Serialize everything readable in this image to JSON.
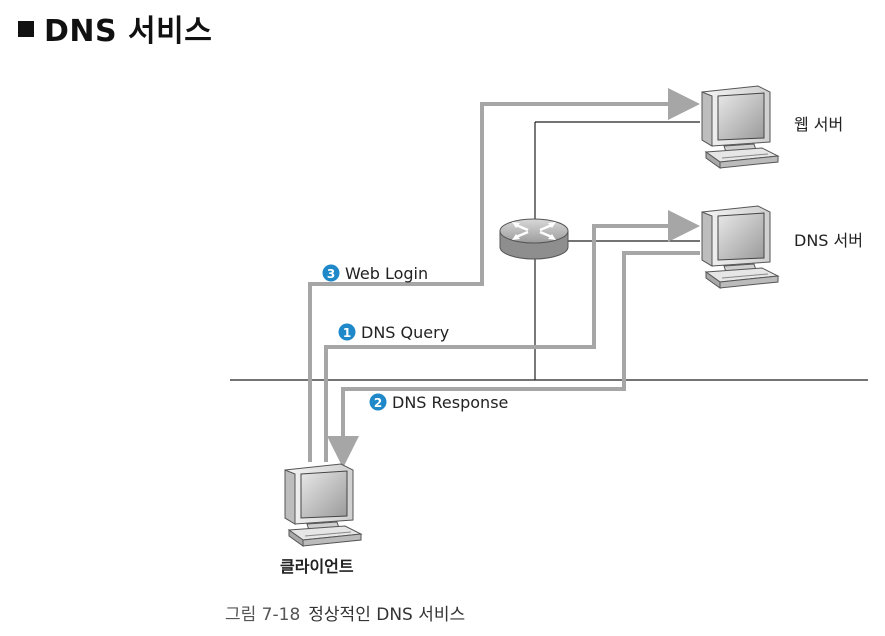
{
  "title": "DNS 서비스",
  "nodes": {
    "web_server": "웹 서버",
    "dns_server": "DNS 서버",
    "client": "클라이언트"
  },
  "steps": {
    "query": {
      "number": "1",
      "label": "DNS Query"
    },
    "response": {
      "number": "2",
      "label": "DNS Response"
    },
    "login": {
      "number": "3",
      "label": "Web Login"
    }
  },
  "caption": {
    "number": "그림 7-18",
    "text": "정상적인 DNS 서비스"
  },
  "colors": {
    "arrow": "#a6a6a6",
    "badge": "#1e88c8",
    "line": "#222222"
  }
}
